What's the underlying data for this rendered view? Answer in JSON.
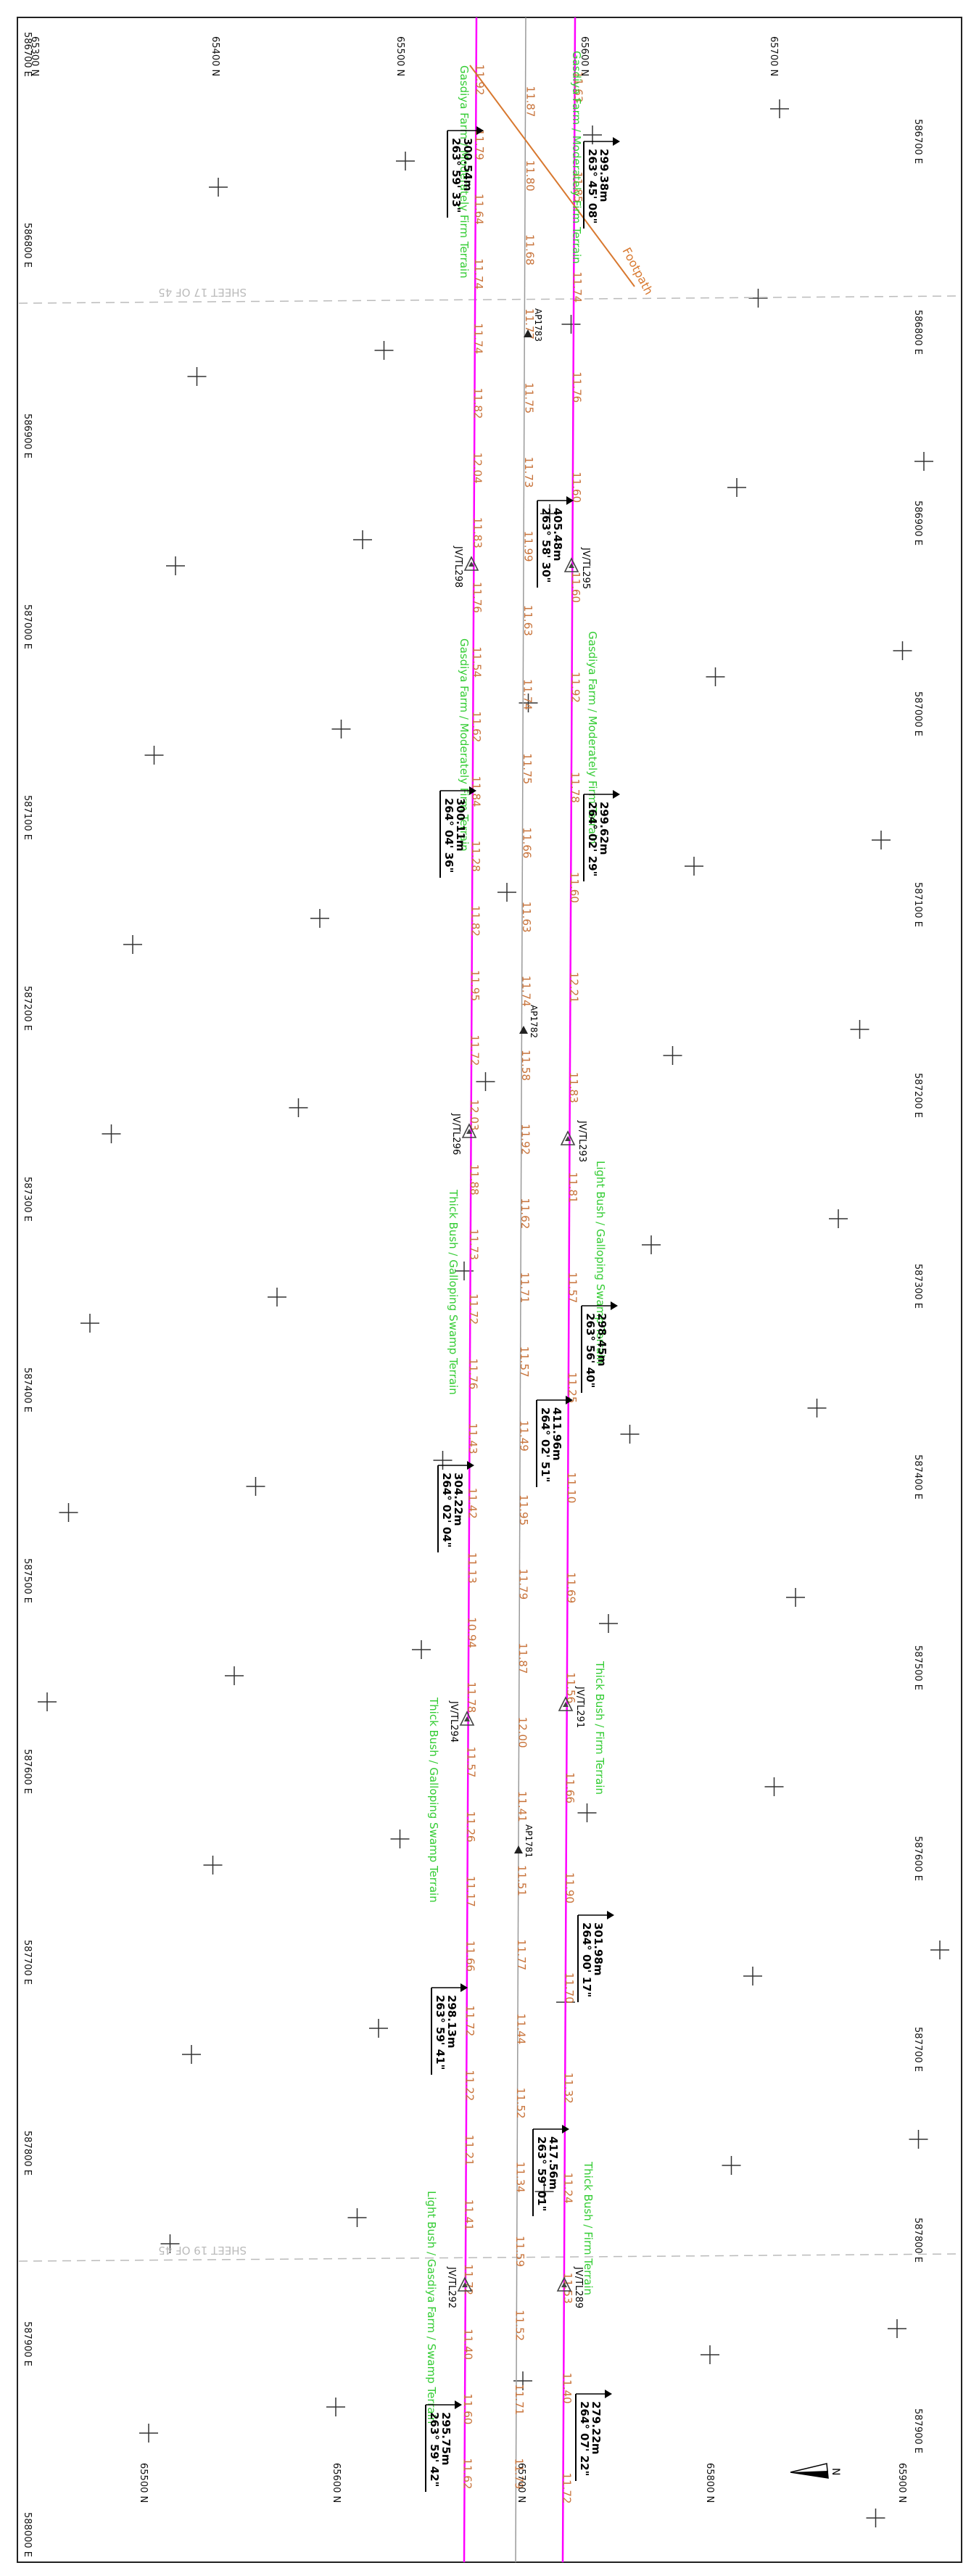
{
  "map": {
    "colors": {
      "border": "#222222",
      "grid_cross": "#333333",
      "coord_text": "#111111",
      "boundary_line": "#ff00ff",
      "centerline": "#9a9a9a",
      "elevation_text": "#c8733a",
      "terrain_text": "#33cc33",
      "bearing_text": "#000000",
      "match_line": "#bbbbbb",
      "footpath": "#d8782f"
    },
    "top_grid_labels": [
      "65300 N",
      "65400 N",
      "65500 N",
      "65600 N",
      "65700 N"
    ],
    "bottom_grid_labels": [
      "65500 N",
      "65600 N",
      "65700 N",
      "65800 N",
      "65900 N"
    ],
    "left_grid_labels": [
      "586700 E",
      "586800 E",
      "586900 E",
      "587000 E",
      "587100 E",
      "587200 E",
      "587300 E",
      "587400 E",
      "587500 E",
      "587600 E",
      "587700 E",
      "587800 E",
      "587900 E",
      "588000 E"
    ],
    "right_grid_labels": [
      "586700 E",
      "586800 E",
      "586900 E",
      "587000 E",
      "587100 E",
      "587200 E",
      "587300 E",
      "587400 E",
      "587500 E",
      "587600 E",
      "587700 E",
      "587800 E",
      "587900 E"
    ],
    "match_lines": [
      "SHEET 17 OF 45",
      "SHEET 19 OF 45"
    ],
    "terrain_labels": [
      "Gasdiya Farm / Moderately Firm Terrain",
      "Gasdiya Farm / Moderately Firm Terrain",
      "Gasdiya Farm / Moderately Firm Terrain",
      "Gasdiya Farm / Moderately Firm Terrain",
      "Light Bush / Galloping Swamp Terrain",
      "Thick Bush / Galloping Swamp Terrain",
      "Thick Bush / Firm Terrain",
      "Thick Bush / Galloping Swamp Terrain",
      "Thick Bush / Firm Terrain",
      "Light Bush / Gasdiya Farm / Swamp Terrain"
    ],
    "footpath_label": "Footpath",
    "stations": [
      {
        "name": "JV/TL298"
      },
      {
        "name": "JV/TL295"
      },
      {
        "name": "JV/TL296"
      },
      {
        "name": "JV/TL293"
      },
      {
        "name": "JV/TL294"
      },
      {
        "name": "JV/TL291"
      },
      {
        "name": "JV/TL292"
      },
      {
        "name": "JV/TL289"
      }
    ],
    "centerline_points": [
      "AP1783",
      "AP1782",
      "AP1781"
    ],
    "bearings": [
      {
        "bearing": "263° 59' 33\"",
        "distance": "300.54m"
      },
      {
        "bearing": "263° 45' 08\"",
        "distance": "299.38m"
      },
      {
        "bearing": "263° 58' 30\"",
        "distance": "405.48m"
      },
      {
        "bearing": "264° 04' 36\"",
        "distance": "300.11m"
      },
      {
        "bearing": "264° 02' 29\"",
        "distance": "299.62m"
      },
      {
        "bearing": "263° 56' 40\"",
        "distance": "298.45m"
      },
      {
        "bearing": "264° 02' 51\"",
        "distance": "411.96m"
      },
      {
        "bearing": "264° 02' 04\"",
        "distance": "304.22m"
      },
      {
        "bearing": "264° 00' 17\"",
        "distance": "301.98m"
      },
      {
        "bearing": "263° 59' 41\"",
        "distance": "298.13m"
      },
      {
        "bearing": "263° 59' 01\"",
        "distance": "417.56m"
      },
      {
        "bearing": "264° 07' 22\"",
        "distance": "279.22m"
      },
      {
        "bearing": "263° 59' 42\"",
        "distance": "295.75m"
      }
    ],
    "elevations_left": [
      "11.92",
      "11.79",
      "11.64",
      "11.74",
      "11.74",
      "11.82",
      "12.04",
      "11.83",
      "11.76",
      "11.54",
      "11.62",
      "11.84",
      "11.28",
      "11.82",
      "11.95",
      "11.72",
      "12.03",
      "11.88",
      "11.73",
      "11.72",
      "11.76",
      "11.43",
      "11.42",
      "11.13",
      "10.94",
      "11.78",
      "11.57",
      "11.26",
      "11.17",
      "11.66",
      "11.72",
      "11.22",
      "11.21",
      "11.41",
      "11.72",
      "11.40",
      "11.60",
      "11.62"
    ],
    "elevations_center": [
      "11.87",
      "11.80",
      "11.68",
      "11.77",
      "11.75",
      "11.73",
      "11.99",
      "11.63",
      "11.74",
      "11.75",
      "11.66",
      "11.63",
      "11.74",
      "11.58",
      "11.92",
      "11.62",
      "11.71",
      "11.57",
      "11.49",
      "11.95",
      "11.79",
      "11.87",
      "12.00",
      "11.41",
      "11.51",
      "11.77",
      "11.44",
      "11.52",
      "11.34",
      "11.59",
      "11.52",
      "11.71",
      "11.79"
    ],
    "elevations_right": [
      "11.63",
      "11.85",
      "11.74",
      "11.76",
      "11.60",
      "11.60",
      "11.92",
      "11.78",
      "11.60",
      "12.21",
      "11.83",
      "11.81",
      "11.57",
      "11.25",
      "11.10",
      "11.69",
      "11.56",
      "11.66",
      "11.90",
      "11.70",
      "11.32",
      "11.24",
      "11.53",
      "11.40",
      "11.72"
    ],
    "north_arrow": "N"
  }
}
